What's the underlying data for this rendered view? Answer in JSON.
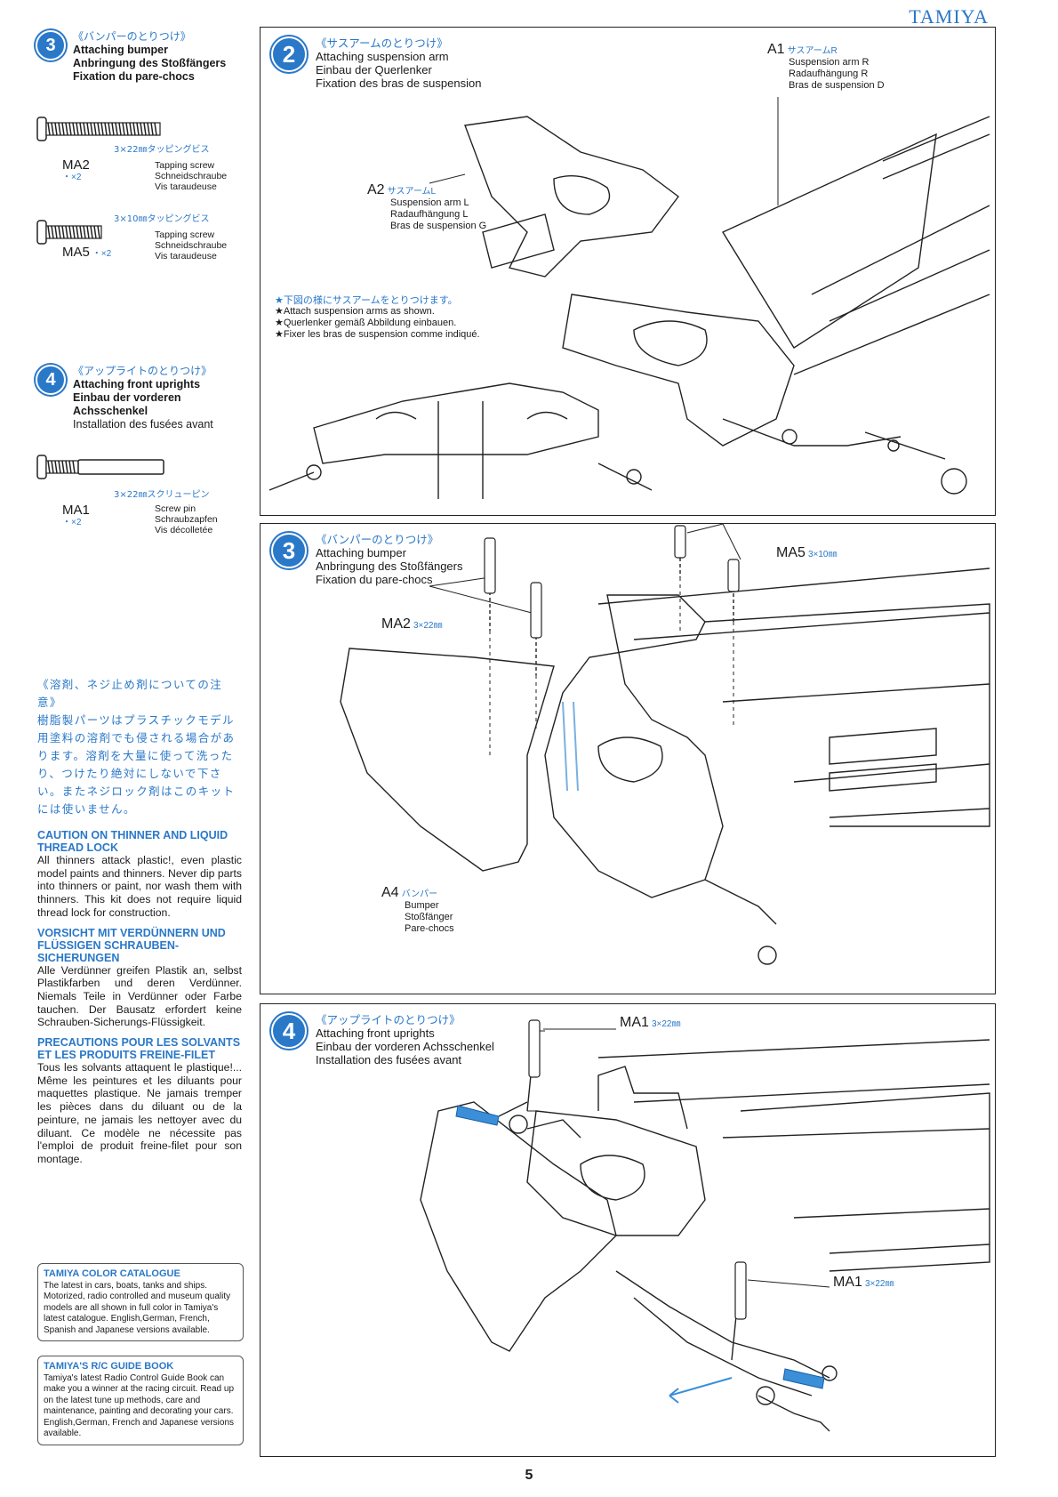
{
  "brand": "TAMIYA",
  "page_number": "5",
  "sidebar": {
    "step3": {
      "number": "3",
      "jp": "《バンパーのとりつけ》",
      "en": "Attaching bumper",
      "de": "Anbringung des Stoßfängers",
      "fr": "Fixation du pare-chocs",
      "parts": [
        {
          "code": "MA2",
          "qty": "・×2",
          "size_jp": "3×22㎜タッピングビス",
          "en": "Tapping screw",
          "de": "Schneidschraube",
          "fr": "Vis taraudeuse"
        },
        {
          "code": "MA5",
          "qty": "・×2",
          "size_jp": "3×10㎜タッピングビス",
          "en": "Tapping screw",
          "de": "Schneidschraube",
          "fr": "Vis taraudeuse"
        }
      ]
    },
    "step4": {
      "number": "4",
      "jp": "《アップライトのとりつけ》",
      "en": "Attaching front uprights",
      "de": "Einbau der vorderen Achsschenkel",
      "fr": "Installation des fusées avant",
      "parts": [
        {
          "code": "MA1",
          "qty": "・×2",
          "size_jp": "3×22㎜スクリューピン",
          "en": "Screw pin",
          "de": "Schraubzapfen",
          "fr": "Vis décolletée"
        }
      ]
    },
    "caution": {
      "jp_title": "《溶剤、ネジ止め剤についての注意》",
      "jp_body": "樹脂製パーツはプラスチックモデル用塗料の溶剤でも侵される場合があります。溶剤を大量に使って洗ったり、つけたり絶対にしないで下さい。またネジロック剤はこのキットには使いません。",
      "en_title": "CAUTION ON THINNER AND LIQUID THREAD LOCK",
      "en_body": "All thinners attack plastic!, even plastic model paints and thinners. Never dip parts into thinners or paint, nor wash them with thinners. This kit does not require liquid thread lock for construction.",
      "de_title": "VORSICHT MIT VERDÜNNERN UND FLÜSSIGEN SCHRAUBEN-SICHERUNGEN",
      "de_body": "Alle Verdünner greifen Plastik an, selbst Plastikfarben und deren Verdünner. Niemals Teile in Verdünner oder Farbe tauchen. Der Bausatz erfordert keine Schrauben-Sicherungs-Flüssigkeit.",
      "fr_title": "PRECAUTIONS POUR LES SOLVANTS ET LES PRODUITS FREINE-FILET",
      "fr_body": "Tous les solvants attaquent le plastique!... Même les peintures et les diluants pour maquettes plastique. Ne jamais tremper les pièces dans du diluant ou de la peinture, ne jamais les nettoyer avec du diluant. Ce modèle ne nécessite pas l'emploi de produit freine-filet pour son montage."
    },
    "catalogue": {
      "title": "TAMIYA COLOR CATALOGUE",
      "body": "The latest in cars, boats, tanks and ships. Motorized, radio controlled and museum quality models are all shown in full color in Tamiya's latest catalogue. English,German, French, Spanish and Japanese versions available."
    },
    "guide": {
      "title": "TAMIYA'S R/C GUIDE BOOK",
      "body": "Tamiya's latest Radio Control Guide Book can make you a winner at the racing circuit. Read up on the latest tune up methods, care and maintenance, painting and decorating your cars. English,German, French and Japanese versions available."
    }
  },
  "panel2": {
    "number": "2",
    "jp": "《サスアームのとりつけ》",
    "en": "Attaching suspension arm",
    "de": "Einbau der Querlenker",
    "fr": "Fixation des bras de suspension",
    "a1": {
      "code": "A1",
      "jp": "サスアームR",
      "en": "Suspension arm R",
      "de": "Radaufhängung R",
      "fr": "Bras de suspension D"
    },
    "a2": {
      "code": "A2",
      "jp": "サスアームL",
      "en": "Suspension arm L",
      "de": "Radaufhängung L",
      "fr": "Bras de suspension G"
    },
    "note_jp": "★下図の様にサスアームをとりつけます。",
    "note_en": "★Attach suspension arms as shown.",
    "note_de": "★Querlenker gemäß Abbildung einbauen.",
    "note_fr": "★Fixer les bras de suspension comme indiqué."
  },
  "panel3": {
    "number": "3",
    "jp": "《バンパーのとりつけ》",
    "en": "Attaching bumper",
    "de": "Anbringung des Stoßfängers",
    "fr": "Fixation du pare-chocs",
    "ma5": {
      "code": "MA5",
      "size": "3×10㎜"
    },
    "ma2": {
      "code": "MA2",
      "size": "3×22㎜"
    },
    "a4": {
      "code": "A4",
      "jp": "バンパー",
      "en": "Bumper",
      "de": "Stoßfänger",
      "fr": "Pare-chocs"
    }
  },
  "panel4": {
    "number": "4",
    "jp": "《アップライトのとりつけ》",
    "en": "Attaching front uprights",
    "de": "Einbau der vorderen Achsschenkel",
    "fr": "Installation des fusées avant",
    "ma1_top": {
      "code": "MA1",
      "size": "3×22㎜"
    },
    "ma1_bottom": {
      "code": "MA1",
      "size": "3×22㎜"
    }
  },
  "colors": {
    "accent": "#2a78c8",
    "ink": "#1a1a1a"
  }
}
